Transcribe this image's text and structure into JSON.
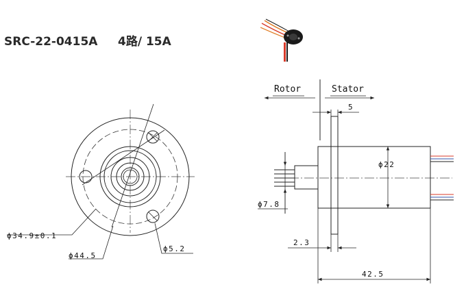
{
  "header": {
    "model": "SRC-22-0415A",
    "spec": "4路/ 15A"
  },
  "front_view": {
    "dim_pcd": "ϕ34.9±0.1",
    "dim_flange_od": "ϕ44.5",
    "dim_hole": "ϕ5.2"
  },
  "side_view": {
    "label_rotor": "Rotor",
    "label_stator": "Stator",
    "dim_flange_thickness": "5",
    "dim_body_diameter": "ϕ22",
    "dim_rotor_diameter": "ϕ7.8",
    "dim_flange_offset": "2.3",
    "dim_total_length": "42.5"
  },
  "colors": {
    "line": "#222222",
    "wire_red": "#d83a2a",
    "wire_orange": "#e07a20",
    "wire_black": "#1a1a1a"
  }
}
